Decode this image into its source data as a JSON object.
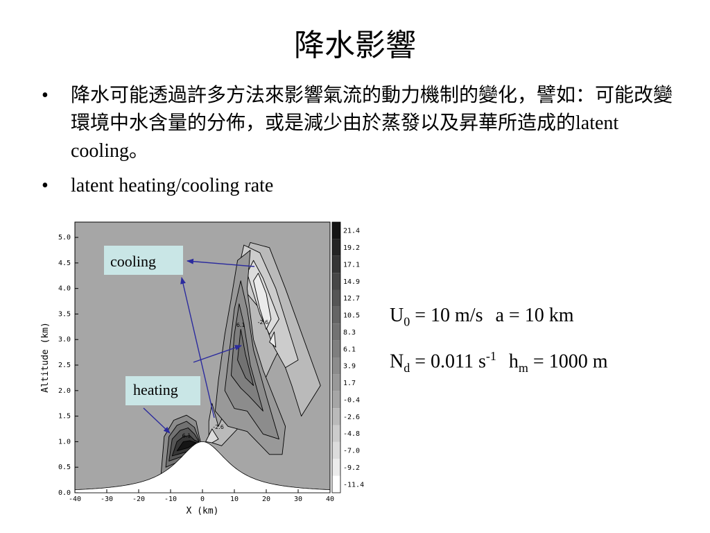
{
  "slide": {
    "title": "降水影響",
    "bullets": [
      {
        "symbol": "•",
        "text": "降水可能透過許多方法來影響氣流的動力機制的變化，譬如：可能改變環境中水含量的分佈，或是減少由於蒸發以及昇華所造成的latent cooling。"
      },
      {
        "symbol": "•",
        "text": "latent heating/cooling rate"
      }
    ],
    "params": {
      "row1": {
        "u_base": "U",
        "u_sub": "0",
        "u_rest": " = 10 m/s",
        "a_text": "a = 10 km"
      },
      "row2": {
        "n_base": "N",
        "n_sub": "d",
        "n_rest": " = 0.011 s",
        "n_sup": "-1",
        "h_base": "h",
        "h_sub": "m",
        "h_rest": " = 1000 m"
      }
    },
    "annotations": {
      "cooling": "cooling",
      "heating": "heating"
    },
    "colors": {
      "label_box": "#c9e6e6",
      "arrow": "#2b2b9e",
      "background_field": "#a6a6a6"
    }
  },
  "chart_data": {
    "type": "heatmap",
    "title": "",
    "xlabel": "X (km)",
    "ylabel": "Altitude (km)",
    "xlim": [
      -40,
      40
    ],
    "ylim": [
      0,
      5.3
    ],
    "x_ticks": [
      "-40",
      "-30",
      "-20",
      "-10",
      "0",
      "10",
      "20",
      "30",
      "40"
    ],
    "x_tick_values": [
      -40,
      -30,
      -20,
      -10,
      0,
      10,
      20,
      30,
      40
    ],
    "y_ticks": [
      "0.0",
      "0.5",
      "1.0",
      "1.5",
      "2.0",
      "2.5",
      "3.0",
      "3.5",
      "4.0",
      "4.5",
      "5.0"
    ],
    "y_tick_values": [
      0,
      0.5,
      1,
      1.5,
      2,
      2.5,
      3,
      3.5,
      4,
      4.5,
      5
    ],
    "colorbar": {
      "levels": [
        "21.4",
        "19.2",
        "17.1",
        "14.9",
        "12.7",
        "10.5",
        "8.3",
        "6.1",
        "3.9",
        "1.7",
        "-0.4",
        "-2.6",
        "-4.8",
        "-7.0",
        "-9.2",
        "-11.4"
      ],
      "colors": [
        "#151515",
        "#252525",
        "#363636",
        "#474747",
        "#565656",
        "#656565",
        "#727272",
        "#7f7f7f",
        "#8c8c8c",
        "#999999",
        "#a6a6a6",
        "#bababa",
        "#cccccc",
        "#dcdcdc",
        "#ebebeb",
        "#ffffff"
      ]
    },
    "mountain": {
      "center_km": 0,
      "half_width_km": 10,
      "height_km": 1.0
    },
    "contour_labels": [
      {
        "text": "-2.6",
        "x": 19,
        "y": 3.3
      },
      {
        "text": "6.1",
        "x": 12,
        "y": 3.25
      },
      {
        "text": "-2.6",
        "x": 5,
        "y": 1.25
      },
      {
        "text": "6.1",
        "x": -5,
        "y": 1.08
      }
    ],
    "regions": [
      {
        "name": "heating-outer",
        "fill": "#8c8c8c",
        "points": [
          [
            -13,
            0.35
          ],
          [
            -12,
            1.1
          ],
          [
            -9,
            1.42
          ],
          [
            -5,
            1.52
          ],
          [
            -2,
            1.4
          ],
          [
            -1,
            1.1
          ],
          [
            -0.5,
            0.98
          ],
          [
            -8,
            0.5
          ]
        ]
      },
      {
        "name": "heating-1",
        "fill": "#727272",
        "points": [
          [
            -11.5,
            0.5
          ],
          [
            -10.5,
            1.1
          ],
          [
            -8,
            1.32
          ],
          [
            -5,
            1.4
          ],
          [
            -2.5,
            1.28
          ],
          [
            -1,
            1.02
          ],
          [
            -7,
            0.62
          ]
        ]
      },
      {
        "name": "heating-2",
        "fill": "#565656",
        "points": [
          [
            -10.5,
            0.62
          ],
          [
            -9.5,
            1.05
          ],
          [
            -7,
            1.22
          ],
          [
            -4.5,
            1.27
          ],
          [
            -2.5,
            1.15
          ],
          [
            -1,
            0.99
          ],
          [
            -6,
            0.72
          ]
        ]
      },
      {
        "name": "heating-3",
        "fill": "#363636",
        "points": [
          [
            -9.5,
            0.72
          ],
          [
            -8,
            1.0
          ],
          [
            -6,
            1.1
          ],
          [
            -4,
            1.12
          ],
          [
            -2.5,
            1.03
          ],
          [
            -1,
            0.99
          ],
          [
            -5,
            0.8
          ]
        ]
      },
      {
        "name": "heating-core",
        "fill": "#151515",
        "points": [
          [
            -8,
            0.82
          ],
          [
            -6,
            1.0
          ],
          [
            -4,
            1.02
          ],
          [
            -2,
            0.98
          ],
          [
            -4.5,
            0.88
          ]
        ]
      },
      {
        "name": "cooling-outer",
        "fill": "#bababa",
        "points": [
          [
            2,
            1.4
          ],
          [
            3,
            1.75
          ],
          [
            5,
            1.3
          ],
          [
            10,
            2.0
          ],
          [
            14,
            3.6
          ],
          [
            12,
            4.4
          ],
          [
            15,
            4.9
          ],
          [
            21,
            4.8
          ],
          [
            26,
            4.0
          ],
          [
            37,
            2.1
          ],
          [
            31,
            1.5
          ],
          [
            28,
            2.1
          ],
          [
            24,
            2.8
          ],
          [
            22,
            2.55
          ],
          [
            14,
            1.45
          ],
          [
            6,
            0.92
          ],
          [
            2,
            1.0
          ]
        ]
      },
      {
        "name": "cooling-2",
        "fill": "#cccccc",
        "points": [
          [
            11,
            4.3
          ],
          [
            13,
            4.85
          ],
          [
            18,
            4.7
          ],
          [
            23,
            4.0
          ],
          [
            30,
            2.6
          ],
          [
            26,
            2.45
          ],
          [
            22,
            2.9
          ],
          [
            18,
            3.6
          ],
          [
            14,
            3.9
          ]
        ]
      },
      {
        "name": "cooling-3",
        "fill": "#dcdcdc",
        "points": [
          [
            14,
            4.3
          ],
          [
            16,
            4.55
          ],
          [
            19,
            4.2
          ],
          [
            24,
            3.4
          ],
          [
            21,
            3.1
          ],
          [
            18,
            3.5
          ],
          [
            16,
            3.9
          ]
        ]
      },
      {
        "name": "cooling-4",
        "fill": "#ebebeb",
        "points": [
          [
            16,
            4.15
          ],
          [
            17.5,
            4.3
          ],
          [
            20,
            3.9
          ],
          [
            21.5,
            3.4
          ],
          [
            20,
            3.2
          ],
          [
            18,
            3.6
          ]
        ]
      },
      {
        "name": "cooling-peak",
        "fill": "#ebebeb",
        "points": [
          [
            21,
            2.95
          ],
          [
            22.5,
            3.15
          ],
          [
            23,
            2.85
          ]
        ]
      },
      {
        "name": "cooling-near-peak",
        "fill": "#dcdcdc",
        "points": [
          [
            1,
            1.0
          ],
          [
            3,
            1.25
          ],
          [
            5,
            1.05
          ],
          [
            3,
            0.98
          ]
        ]
      },
      {
        "name": "heating-band-outer",
        "fill": "#999999",
        "points": [
          [
            4,
            1.6
          ],
          [
            5,
            2.2
          ],
          [
            7,
            3.1
          ],
          [
            9,
            3.8
          ],
          [
            11,
            4.55
          ],
          [
            15,
            4.75
          ],
          [
            14,
            4.0
          ],
          [
            16,
            3.0
          ],
          [
            19,
            2.4
          ],
          [
            26,
            1.3
          ],
          [
            25,
            0.75
          ],
          [
            21,
            0.75
          ],
          [
            14,
            1.2
          ],
          [
            8,
            1.3
          ]
        ]
      },
      {
        "name": "heating-band-1",
        "fill": "#8c8c8c",
        "points": [
          [
            7,
            2.0
          ],
          [
            8.5,
            2.8
          ],
          [
            10,
            3.6
          ],
          [
            12,
            4.15
          ],
          [
            14,
            3.6
          ],
          [
            16,
            2.8
          ],
          [
            20,
            1.9
          ],
          [
            24,
            1.05
          ],
          [
            19,
            1.15
          ],
          [
            14,
            1.6
          ],
          [
            10,
            1.65
          ]
        ]
      },
      {
        "name": "heating-band-2",
        "fill": "#7f7f7f",
        "points": [
          [
            9,
            2.3
          ],
          [
            10,
            3.1
          ],
          [
            11.5,
            3.7
          ],
          [
            13,
            3.3
          ],
          [
            15,
            2.5
          ],
          [
            19,
            1.6
          ],
          [
            14.5,
            1.9
          ],
          [
            12,
            2.05
          ]
        ]
      },
      {
        "name": "heating-band-3",
        "fill": "#727272",
        "points": [
          [
            11,
            2.6
          ],
          [
            12,
            3.2
          ],
          [
            13.5,
            2.7
          ],
          [
            16,
            2.1
          ],
          [
            13.5,
            2.25
          ]
        ]
      }
    ]
  }
}
